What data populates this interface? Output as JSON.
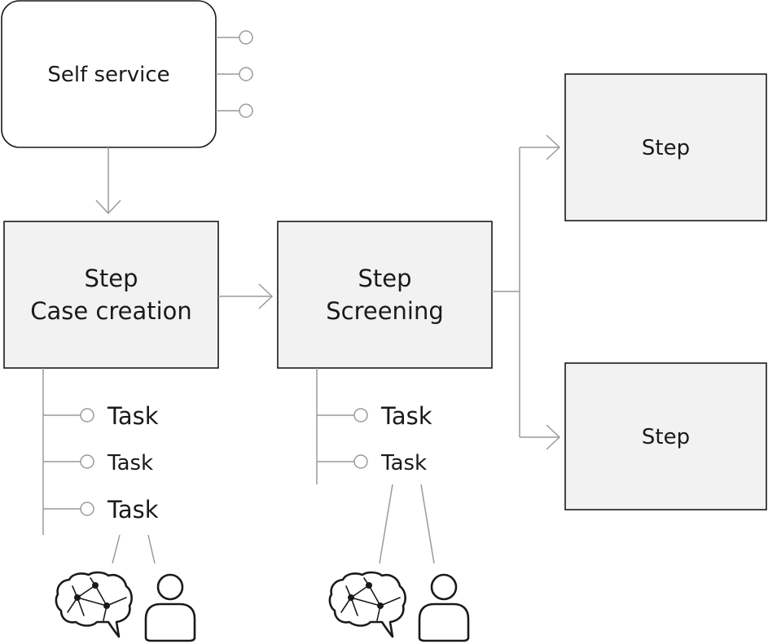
{
  "self_service": {
    "label": "Self service"
  },
  "step_case_creation": {
    "line1": "Step",
    "line2": "Case creation"
  },
  "step_screening": {
    "line1": "Step",
    "line2": "Screening"
  },
  "step_top_right": {
    "label": "Step"
  },
  "step_bottom_right": {
    "label": "Step"
  },
  "case_creation_tasks": [
    "Task",
    "Task",
    "Task"
  ],
  "screening_tasks": [
    "Task",
    "Task"
  ],
  "icons": {
    "ai": "brain-icon",
    "human": "person-icon"
  },
  "colors": {
    "line": "#9a9a9a",
    "box_fill": "#f2f2f2",
    "box_stroke": "#1a1a1a",
    "text": "#1a1a1a"
  }
}
